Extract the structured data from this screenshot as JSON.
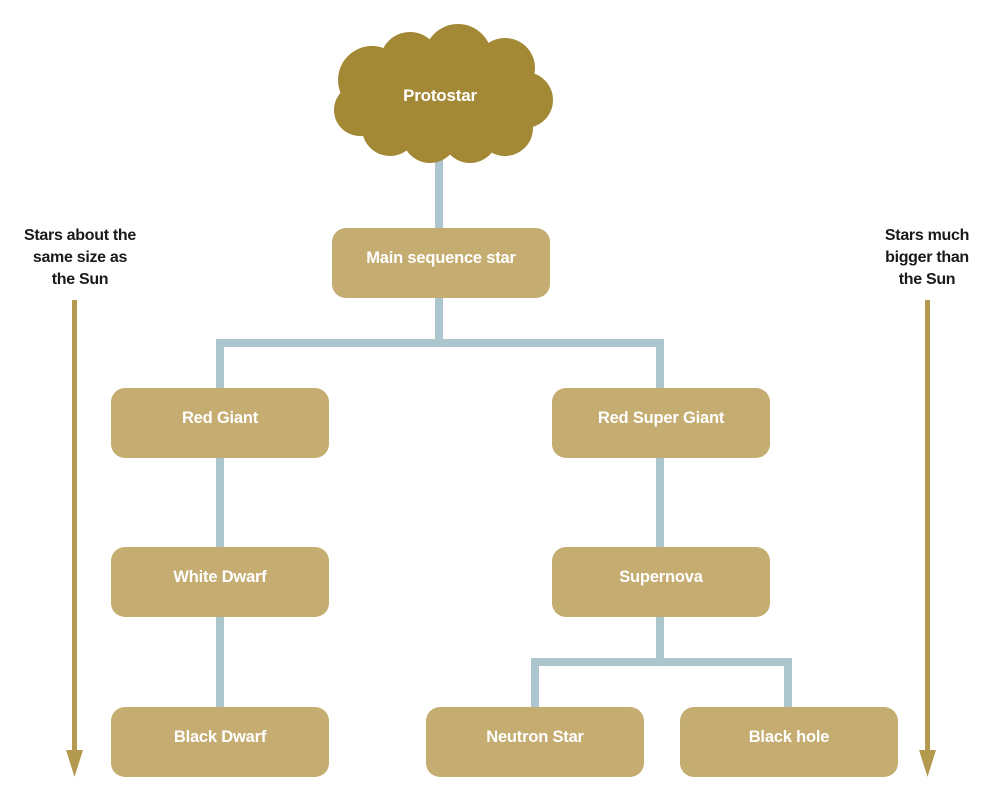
{
  "colors": {
    "node_fill": "#c5ad72",
    "cloud_fill": "#a38835",
    "connector": "#adc6ce",
    "arrow": "#b39a4f",
    "node_text": "#ffffff",
    "side_text": "#1a1a1a"
  },
  "diagram": {
    "title_node": "Protostar",
    "nodes": {
      "main_sequence": "Main sequence star",
      "red_giant": "Red Giant",
      "white_dwarf": "White Dwarf",
      "black_dwarf": "Black Dwarf",
      "red_super_giant": "Red Super Giant",
      "supernova": "Supernova",
      "neutron_star": "Neutron Star",
      "black_hole": "Black hole"
    },
    "edges": [
      [
        "Protostar",
        "Main sequence star"
      ],
      [
        "Main sequence star",
        "Red Giant"
      ],
      [
        "Main sequence star",
        "Red Super Giant"
      ],
      [
        "Red Giant",
        "White Dwarf"
      ],
      [
        "White Dwarf",
        "Black Dwarf"
      ],
      [
        "Red Super Giant",
        "Supernova"
      ],
      [
        "Supernova",
        "Neutron Star"
      ],
      [
        "Supernova",
        "Black hole"
      ]
    ],
    "left_label": [
      "Stars about the",
      "same size as",
      "the Sun"
    ],
    "right_label": [
      "Stars much",
      "bigger than",
      "the Sun"
    ]
  }
}
